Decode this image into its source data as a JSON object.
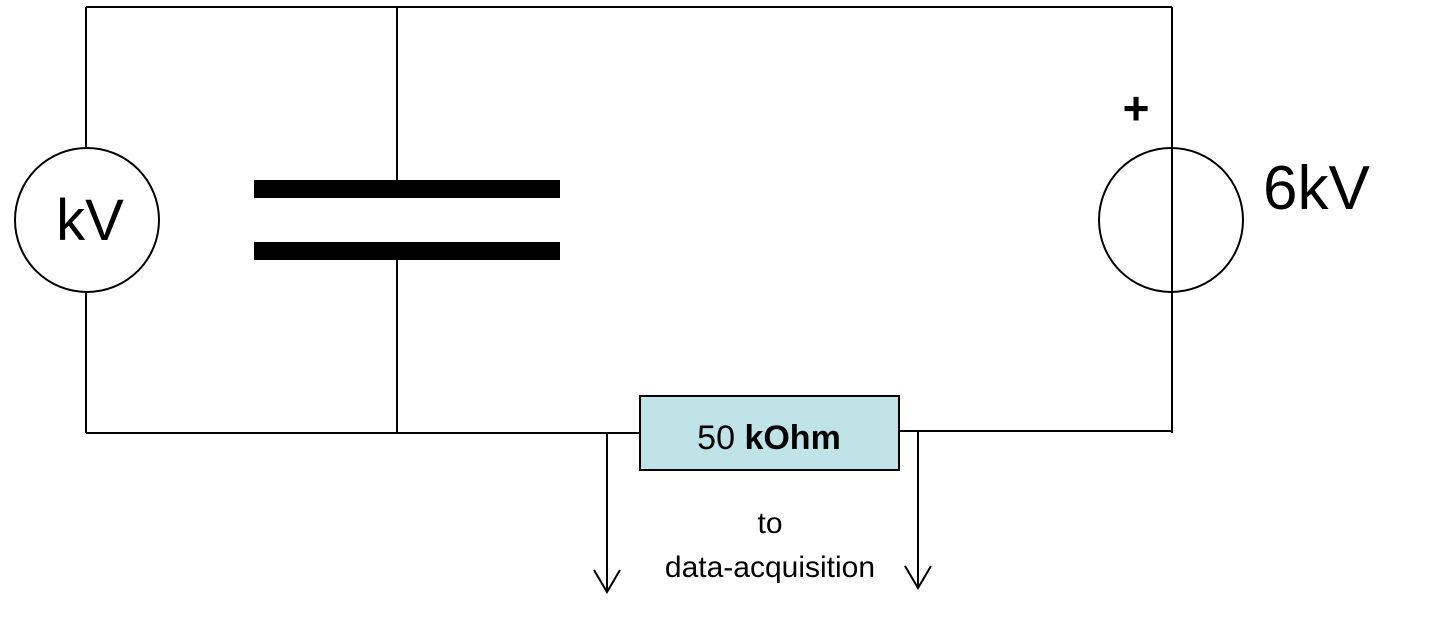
{
  "meter": {
    "label": "kV"
  },
  "source": {
    "polarity": "+",
    "label": "6kV"
  },
  "resistor": {
    "value": "50",
    "unit": "kOhm",
    "fill_color": "#BFE3E6"
  },
  "daq": {
    "line1": "to",
    "line2": "data-acquisition"
  }
}
